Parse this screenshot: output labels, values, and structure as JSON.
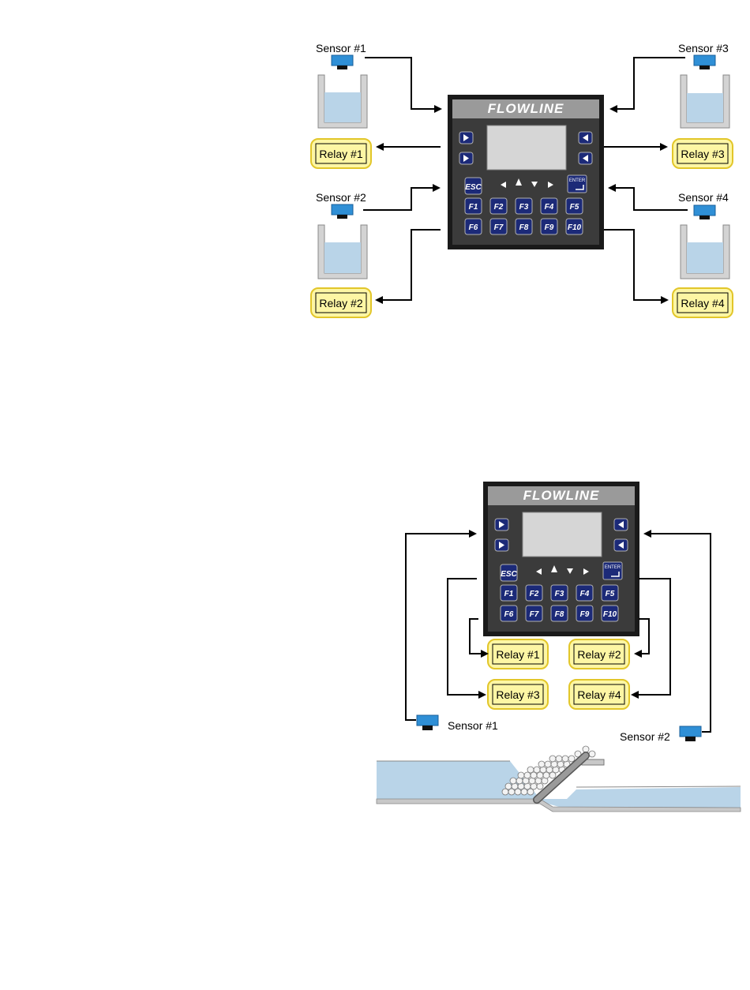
{
  "controller": {
    "brand": "FLOWLINE",
    "keys": {
      "esc": "ESC",
      "enter": "ENTER",
      "function_keys": [
        "F1",
        "F2",
        "F3",
        "F4",
        "F5",
        "F6",
        "F7",
        "F8",
        "F9",
        "F10"
      ]
    }
  },
  "diagram1": {
    "sensors": [
      "Sensor #1",
      "Sensor #2",
      "Sensor #3",
      "Sensor #4"
    ],
    "relays": [
      "Relay #1",
      "Relay #2",
      "Relay #3",
      "Relay #4"
    ]
  },
  "diagram2": {
    "sensors": [
      "Sensor #1",
      "Sensor #2"
    ],
    "relays": [
      "Relay #1",
      "Relay #2",
      "Relay #3",
      "Relay #4"
    ]
  },
  "colors": {
    "relay_fill": "#fdf6a4",
    "relay_border": "#e2c62a",
    "sensor_blue": "#2f8fd6",
    "water": "#b9d4e8",
    "panel": "#3a3a3a",
    "key": "#1c2a78"
  }
}
